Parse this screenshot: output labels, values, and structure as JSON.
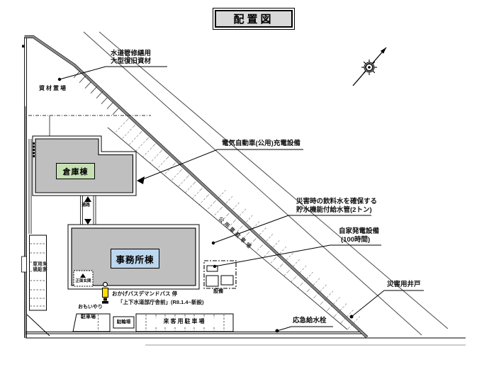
{
  "title": "配置図",
  "compass_label": "north-arrow-compass",
  "areas": {
    "material_yard": "資材置場",
    "warehouse": "倉庫棟",
    "office": "事務所棟",
    "passage": "通路",
    "main_entrance": "正面玄関",
    "equipment": "設備",
    "public_vehicle_parking": "公用車駐車場",
    "left_parking_cols": [
      "車場",
      "用駐",
      "来客"
    ],
    "omoiyari_parking_line1": "おもいやり",
    "omoiyari_parking_line2": "駐車場",
    "bicycle_parking": "駐輪場",
    "visitor_parking": "来客用駐車場"
  },
  "annotations": {
    "pipe_materials_line1": "水道管修繕用",
    "pipe_materials_line2": "大型復旧資材",
    "ev_charging": "電気自動車(公用)充電設備",
    "water_storage_line1": "災害時の飲料水を確保する",
    "water_storage_line2": "貯水機能付給水管(2トン)",
    "generator_line1": "自家発電設備",
    "generator_line2": "(100時間)",
    "disaster_well": "災害用井戸",
    "emergency_tap": "応急給水栓"
  },
  "bus_stop": {
    "line1": "おかげバスデマンドバス 停",
    "line2": "「上下水道部庁舎前」(R8.1.4~新設)"
  },
  "colors": {
    "building_fill": "#bfbfbf",
    "warehouse_label_bg": "#c6e0b4",
    "office_label_bg": "#bdd7ee",
    "title_bg": "#d9d9d9",
    "bus_stop_yellow": "#ffdd00"
  }
}
